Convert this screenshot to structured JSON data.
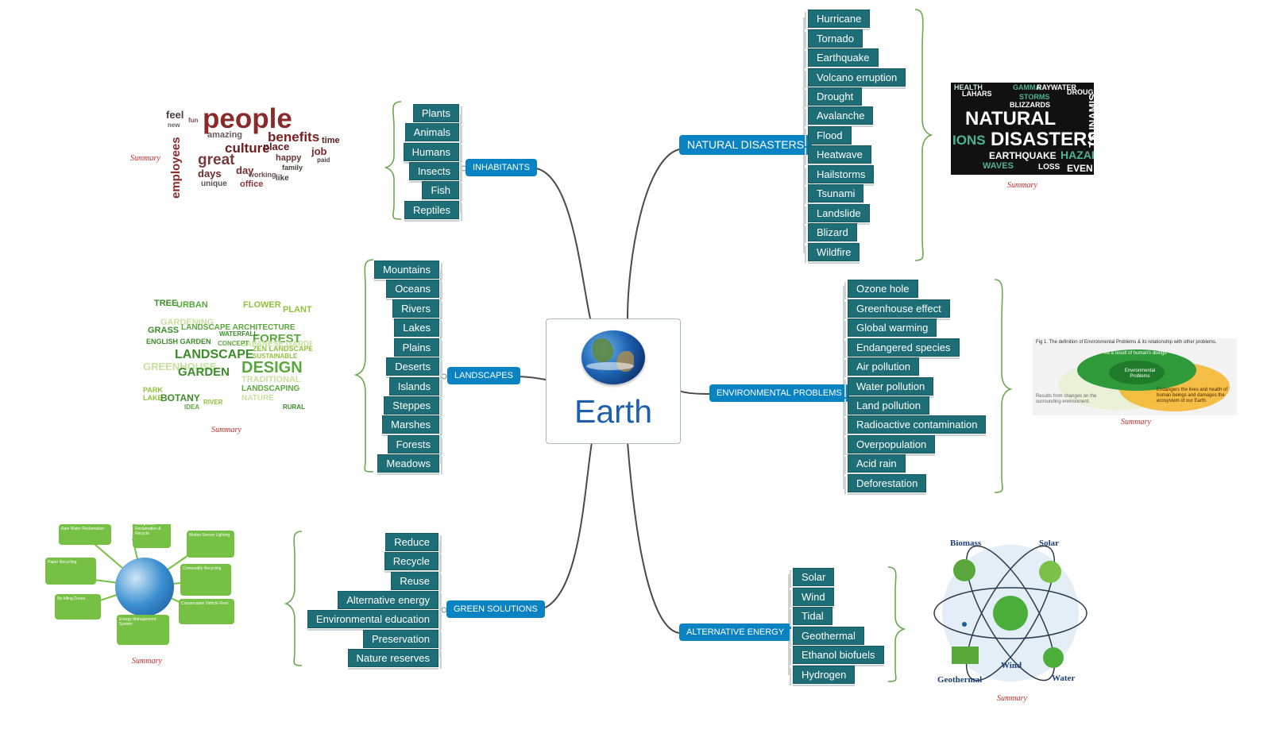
{
  "central": {
    "title": "Earth"
  },
  "summary_label": "Summary",
  "colors": {
    "topic": "#0a83c2",
    "leaf": "#1e6e78",
    "brace": "#6aa84f",
    "summary": "#c22a2a",
    "title": "#1f5fae"
  },
  "branches": {
    "inhabitants": {
      "label": "INHABITANTS",
      "items": [
        "Plants",
        "Animals",
        "Humans",
        "Insects",
        "Fish",
        "Reptiles"
      ]
    },
    "landscapes": {
      "label": "LANDSCAPES",
      "items": [
        "Mountains",
        "Oceans",
        "Rivers",
        "Lakes",
        "Plains",
        "Deserts",
        "Islands",
        "Steppes",
        "Marshes",
        "Forests",
        "Meadows"
      ]
    },
    "green_solutions": {
      "label": "GREEN SOLUTIONS",
      "items": [
        "Reduce",
        "Recycle",
        "Reuse",
        "Alternative energy",
        "Environmental education",
        "Preservation",
        "Nature reserves"
      ]
    },
    "natural_disasters": {
      "label": "NATURAL DISASTERS",
      "items": [
        "Hurricane",
        "Tornado",
        "Earthquake",
        "Volcano erruption",
        "Drought",
        "Avalanche",
        "Flood",
        "Heatwave",
        "Hailstorms",
        "Tsunami",
        "Landslide",
        "Blizard",
        "Wildfire"
      ]
    },
    "environmental_problems": {
      "label": "ENVIRONMENTAL PROBLEMS",
      "items": [
        "Ozone hole",
        "Greenhouse effect",
        "Global warming",
        "Endangered species",
        "Air pollution",
        "Water pollution",
        "Land pollution",
        "Radioactive contamination",
        "Overpopulation",
        "Acid rain",
        "Deforestation"
      ]
    },
    "alternative_energy": {
      "label": "ALTERNATIVE ENERGY",
      "items": [
        "Solar",
        "Wind",
        "Tidal",
        "Geothermal",
        "Ethanol biofuels",
        "Hydrogen"
      ]
    }
  },
  "images": {
    "people_cloud": {
      "words": [
        "people",
        "benefits",
        "culture",
        "great",
        "employees",
        "amazing",
        "place",
        "job",
        "days",
        "unique",
        "office",
        "happy",
        "feel",
        "family",
        "day",
        "time",
        "like",
        "working",
        "paid",
        "new",
        "fun"
      ]
    },
    "landscape_cloud": {
      "words": [
        "TREE",
        "URBAN",
        "FLOWER",
        "PLANT",
        "GARDENING",
        "LANDSCAPE ARCHITECTURE",
        "GRASS",
        "FOREST",
        "ENGLISH GARDEN",
        "ZEN LANDSCAPE",
        "LANDSCAPE",
        "JAPANESE GARDEN",
        "GREENHOUSE",
        "DESIGN",
        "GARDEN",
        "TRADITIONAL",
        "PARK",
        "LANDSCAPING",
        "LAKE",
        "BOTANY",
        "NATURE",
        "RIVER",
        "IDEA",
        "RURAL",
        "WATERFALL",
        "CONCEPT",
        "SUSTAINABLE"
      ]
    },
    "disasters": {
      "words": [
        "HEALTH",
        "LAHARS",
        "GAMMA",
        "RAY",
        "WATER",
        "DROUGHT",
        "STORMS",
        "BLIZZARDS",
        "NATURAL",
        "DISASTERS",
        "IONS",
        "EARTHQUAKE",
        "HAZAR",
        "WAVES",
        "LOSS",
        "EVEN",
        "TSUNAMIS"
      ]
    },
    "env_diagram": {
      "caption": "Fig 1. The definition of Environmental Problems & its relationship with other problems.",
      "top": "As a result of human's doings",
      "center": "Environmental Problems",
      "left": "Results from changes on the surrounding environment.",
      "right": "Endangers the lives and health of human beings and damages the ecosystem of our Earth."
    },
    "green_solutions": {
      "boxes": [
        "Rain Water Reclamation",
        "Refrigerant Reclamation & Recycle",
        "Motion Sensor Lighting",
        "Paper Recycling",
        "Commodity Recycling",
        "No Idling Zones",
        "Conservative Vehicle Fleet",
        "Energy Management System"
      ]
    },
    "alt_energy": {
      "labels": [
        "Biomass",
        "Solar",
        "Geothermal",
        "Wind",
        "Water"
      ]
    }
  }
}
